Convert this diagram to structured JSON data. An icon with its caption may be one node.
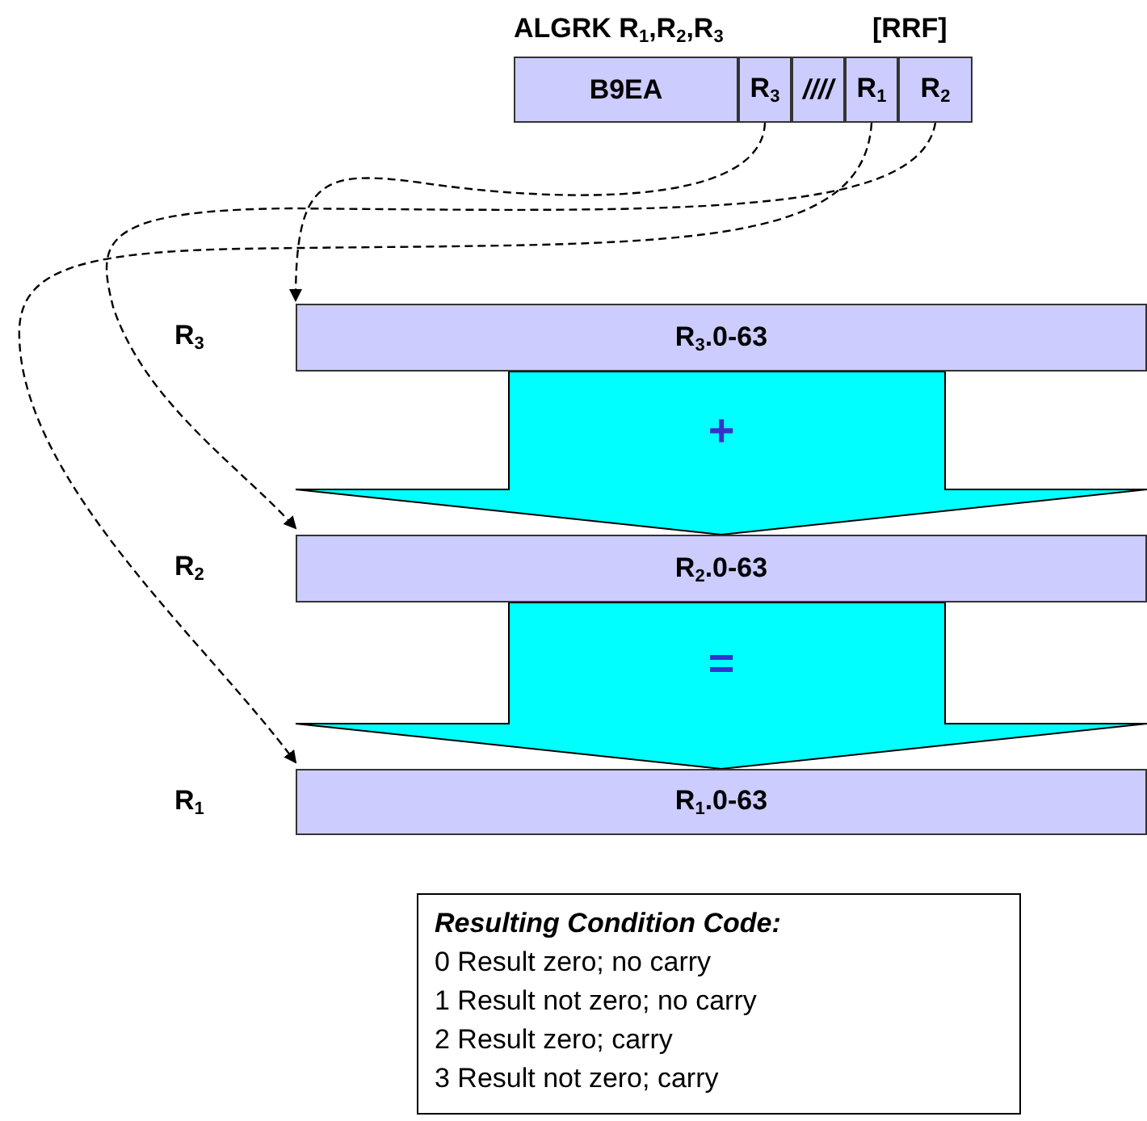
{
  "diagram": {
    "nodes": [
      {
        "text": [
          "B9EA"
        ]
      },
      {
        "text": [
          "R$_{3}$"
        ]
      },
      {
        "text": [
          "////"
        ]
      },
      {
        "text": [
          "R$_{1}$"
        ]
      },
      {
        "text": [
          "R$_{2}$"
        ]
      },
      {
        "text": [
          "R$_{3}$.0-63"
        ],
        "beside": [
          "R$_{3}$"
        ]
      },
      {
        "text": [
          "R$_{2}$.0-63"
        ],
        "beside": [
          "R$_{2}$"
        ]
      },
      {
        "text": [
          "R$_{1}$.0-63"
        ],
        "beside": [
          "R$_{1}$"
        ]
      },
      {
        "text": [
          "Resulting Condition Code:",
          "0 Result zero; no carry",
          "1 Result not zero; no carry",
          "2 Result zero; carry",
          "3 Result not zero; carry"
        ]
      }
    ],
    "edges": [
      {
        "from": 1,
        "to": 5,
        "arrow": "to",
        "style": "dashed"
      },
      {
        "from": 4,
        "to": 6,
        "arrow": "to",
        "style": "dashed"
      },
      {
        "from": 3,
        "to": 7,
        "arrow": "to",
        "style": "dashed"
      },
      {
        "from": 5,
        "to": 6,
        "arrow": "to",
        "style": "thick",
        "color": "#00ffff",
        "label": "+"
      },
      {
        "from": 6,
        "to": 7,
        "arrow": "to",
        "style": "thick",
        "color": "#00ffff",
        "label": "="
      }
    ],
    "labels": [
      "ALGRK R$_{1}$,R$_{2}$,R$_{3}$",
      "[RRF]"
    ]
  }
}
